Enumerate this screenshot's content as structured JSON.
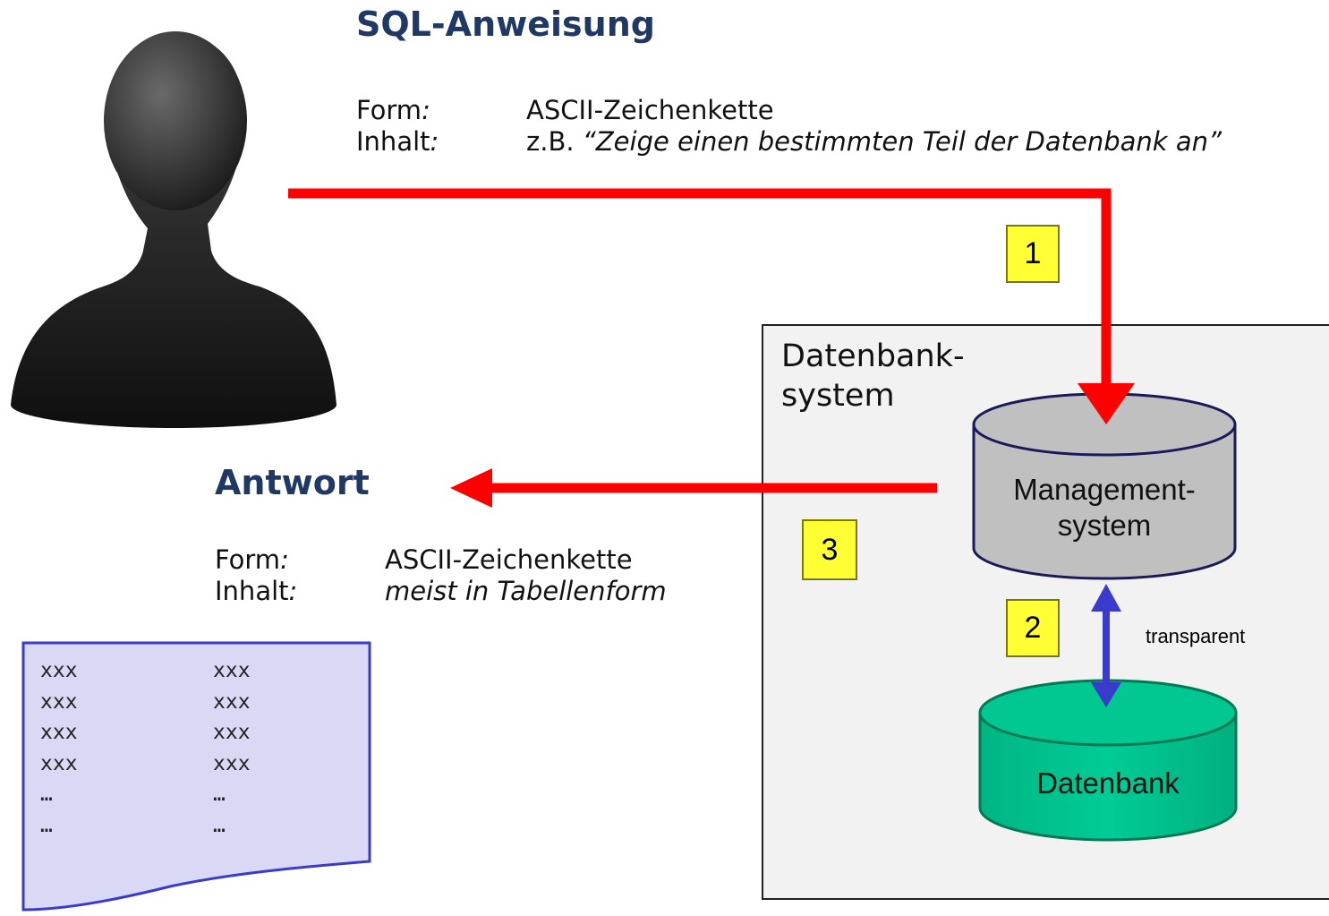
{
  "request": {
    "title": "SQL-Anweisung",
    "form_label": "Form",
    "form_value": "ASCII-Zeichenkette",
    "content_label": "Inhalt",
    "content_prefix": "z.B. ",
    "content_value": "“Zeige einen bestimmten Teil der Datenbank an”"
  },
  "response": {
    "title": "Antwort",
    "form_label": "Form",
    "form_value": "ASCII-Zeichenkette",
    "content_label": "Inhalt",
    "content_value": "meist in Tabellenform"
  },
  "colon": ":",
  "system": {
    "label_line1": "Datenbank-",
    "label_line2": "system",
    "management_line1": "Management-",
    "management_line2": "system",
    "database": "Datenbank",
    "link_label": "transparent"
  },
  "steps": [
    "1",
    "2",
    "3"
  ],
  "result_table": {
    "rows": [
      [
        "xxx",
        "xxx"
      ],
      [
        "xxx",
        "xxx"
      ],
      [
        "xxx",
        "xxx"
      ],
      [
        "xxx",
        "xxx"
      ],
      [
        "…",
        "…"
      ],
      [
        "…",
        "…"
      ]
    ]
  },
  "colors": {
    "request_arrow": "#ff0000",
    "response_arrow": "#ff0000",
    "link_arrow": "#3a3acc",
    "management_fill": "#c0c0c0",
    "database_fill": "#00c890",
    "badge_fill": "#ffff33",
    "table_fill": "#d9d9f5",
    "heading": "#1f3864"
  },
  "icons": {
    "user": "user-silhouette-icon",
    "document": "document-icon"
  }
}
